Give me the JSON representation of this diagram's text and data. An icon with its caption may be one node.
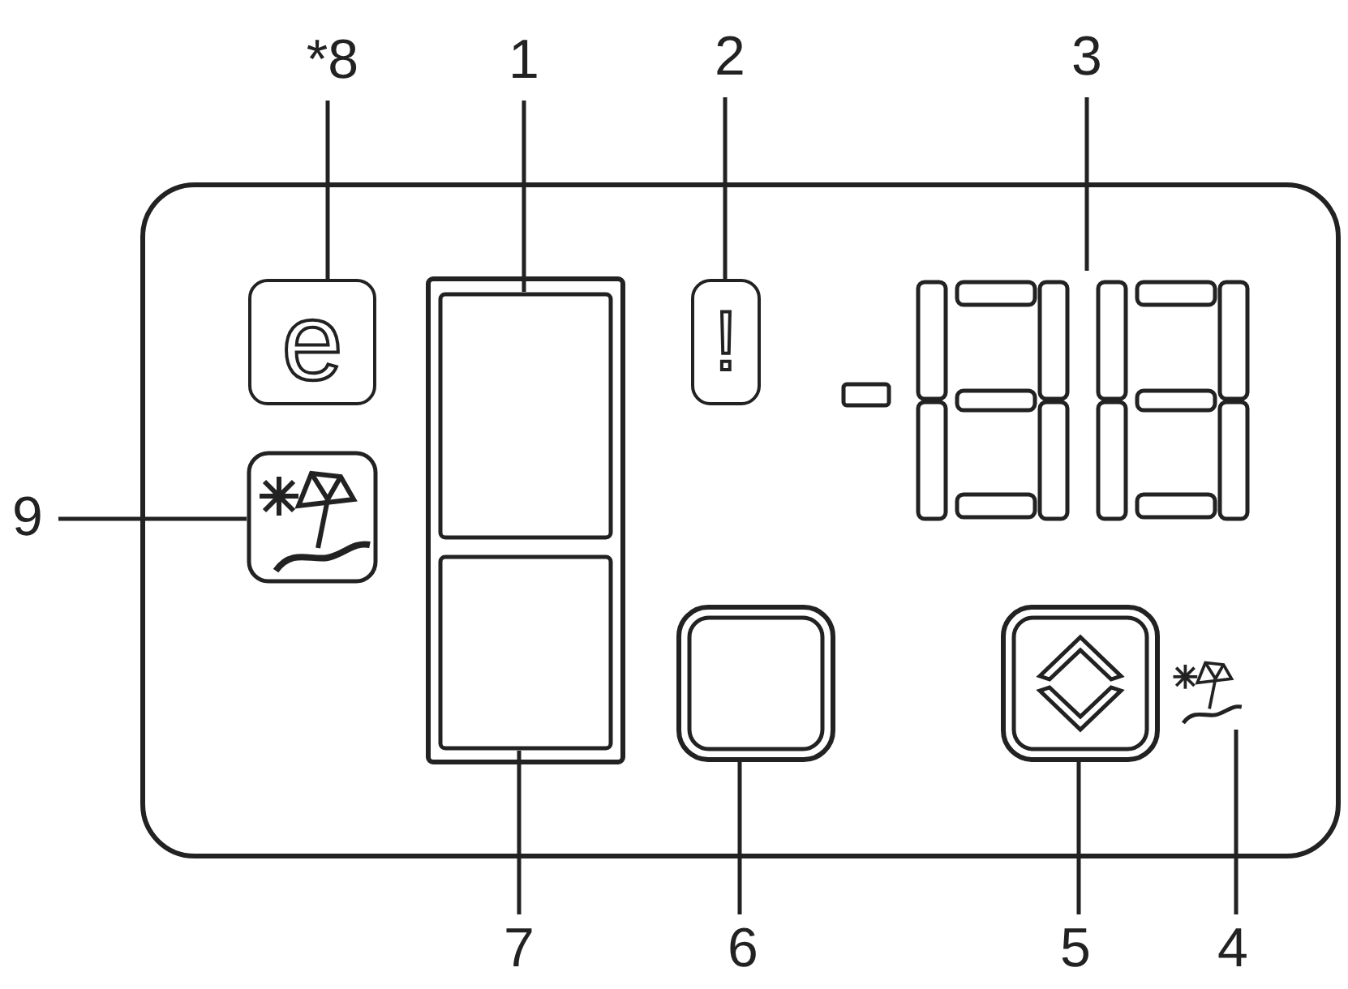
{
  "diagram": {
    "nodes": [
      {
        "text": [
          "*8"
        ]
      },
      {
        "text": [
          "1"
        ]
      },
      {
        "text": [
          "2"
        ]
      },
      {
        "text": [
          "3"
        ]
      },
      {
        "text": [
          "9"
        ]
      },
      {
        "text": [
          "e"
        ]
      },
      {
        "text": [],
        "shape": "box"
      },
      {
        "text": [
          "!"
        ]
      },
      {
        "text": [],
        "shape": "box"
      },
      {
        "text": [],
        "shape": "picture"
      },
      {
        "text": [],
        "shape": "box"
      },
      {
        "text": [],
        "shape": "box"
      },
      {
        "text": [],
        "shape": "box"
      },
      {
        "text": [],
        "shape": "picture"
      },
      {
        "text": [
          "7"
        ]
      },
      {
        "text": [
          "6"
        ]
      },
      {
        "text": [
          "5"
        ]
      },
      {
        "text": [
          "4"
        ]
      }
    ],
    "edges": [
      {
        "from": 0,
        "to": 5,
        "arrow": "none"
      },
      {
        "from": 1,
        "to": 6,
        "arrow": "none"
      },
      {
        "from": 2,
        "to": 7,
        "arrow": "none"
      },
      {
        "from": 3,
        "to": 8,
        "arrow": "none"
      },
      {
        "from": 4,
        "to": 9,
        "arrow": "none"
      },
      {
        "from": 14,
        "to": 10,
        "arrow": "none"
      },
      {
        "from": 15,
        "to": 11,
        "arrow": "none"
      },
      {
        "from": 16,
        "to": 12,
        "arrow": "none"
      },
      {
        "from": 17,
        "to": 13,
        "arrow": "none"
      }
    ]
  }
}
